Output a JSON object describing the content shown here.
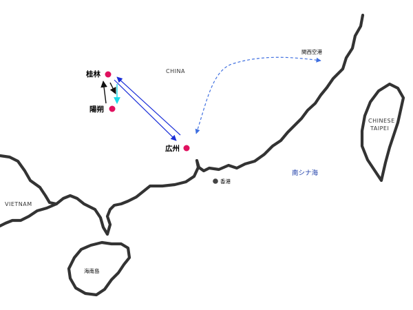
{
  "map": {
    "labels": {
      "guilin": "桂林",
      "yangshuo": "陽朔",
      "guangzhou": "広州",
      "hongkong": "香港",
      "hainan": "海南島",
      "china": "CHINA",
      "vietnam": "VIETNAM",
      "chinese_taipei_line1": "CHINESE",
      "chinese_taipei_line2": "TAIPEI",
      "south_china_sea": "南シナ海",
      "kansai_airport": "関西空港"
    },
    "colors": {
      "coastline": "#333333",
      "city_marker": "#e0115f",
      "route_guangzhou_guilin": "#1a2ed8",
      "route_guilin_yangshuo": "#111111",
      "route_yangshuo_return": "#18d9e8",
      "route_flight": "#3f6fe0",
      "sea_label": "#1e3ea8"
    }
  }
}
